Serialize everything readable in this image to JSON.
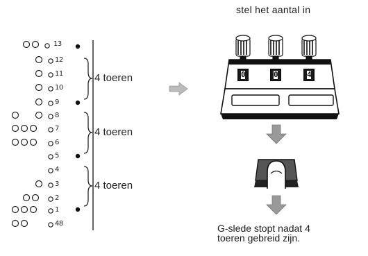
{
  "instruction_top": "stel het aantal in",
  "counter_digits": [
    "0",
    "0",
    "4"
  ],
  "instruction_bottom": {
    "line1": "G-slede stopt nadat 4",
    "line2": "toeren gebreid zijn."
  },
  "row_numbers": [
    "13",
    "12",
    "11",
    "10",
    "9",
    "8",
    "7",
    "6",
    "5",
    "4",
    "3",
    "2",
    "1",
    "48"
  ],
  "turn_groups": [
    {
      "label": "4 toeren"
    },
    {
      "label": "4 toeren"
    },
    {
      "label": "4 toeren"
    }
  ]
}
